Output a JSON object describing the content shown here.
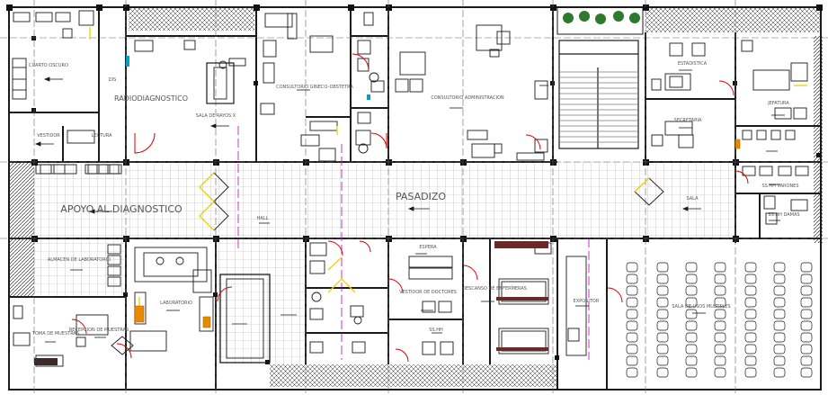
{
  "rooms": {
    "cuarto_oscuro": "CUARTO OSCURO",
    "dis": "DIS",
    "radiodiagnostico": "RADIODIAGNOSTICO",
    "sala_rayos_x": "SALA DE RAYOS X",
    "vestidor": "VESTIDOR",
    "lectura": "LECTURA",
    "consultorio_ginecologia": "CONSULTORIO GINECO-OBSTETRA",
    "consultorio_adm": "CONSULTORIO ADMINISTRACION",
    "estadistica": "ESTADISTICA",
    "jefatura": "JEFATURA",
    "secretaria": "SECRETARIA",
    "ss_hh_varones": "SS.HH VARONES",
    "ss_hh_damas": "SS.HH DAMAS",
    "sala_espera": "SALA",
    "apoyo_diagnostico": "APOYO AL DIAGNOSTICO",
    "pasadizo": "PASADIZO",
    "hall": "HALL",
    "almacen_laboratorio": "ALMACEN DE LABORATORIO",
    "laboratorio": "LABORATORIO",
    "toma_muestras": "TOMA DE MUESTRAS",
    "recepcion_muestras": "RECEPCION DE MUESTRAS",
    "espera": "ESPERA",
    "vestidor_doctores": "VESTIDOR DE DOCTORES",
    "descanso_enfermeras": "DESCANSO DE ENFERMERAS",
    "expositor": "EXPOSITOR",
    "sala_usos_multiples": "SALA DE USOS MULTIPLES",
    "ss_hh": "SS.HH"
  },
  "colors": {
    "wall": "#1a1a1a",
    "grid": "#9a9a9a",
    "door": "#d80000",
    "yellow": "#f0d000",
    "magenta": "#c000c0",
    "cyan": "#00a0c0",
    "green": "#2d7a2d",
    "hatch": "#333333"
  }
}
